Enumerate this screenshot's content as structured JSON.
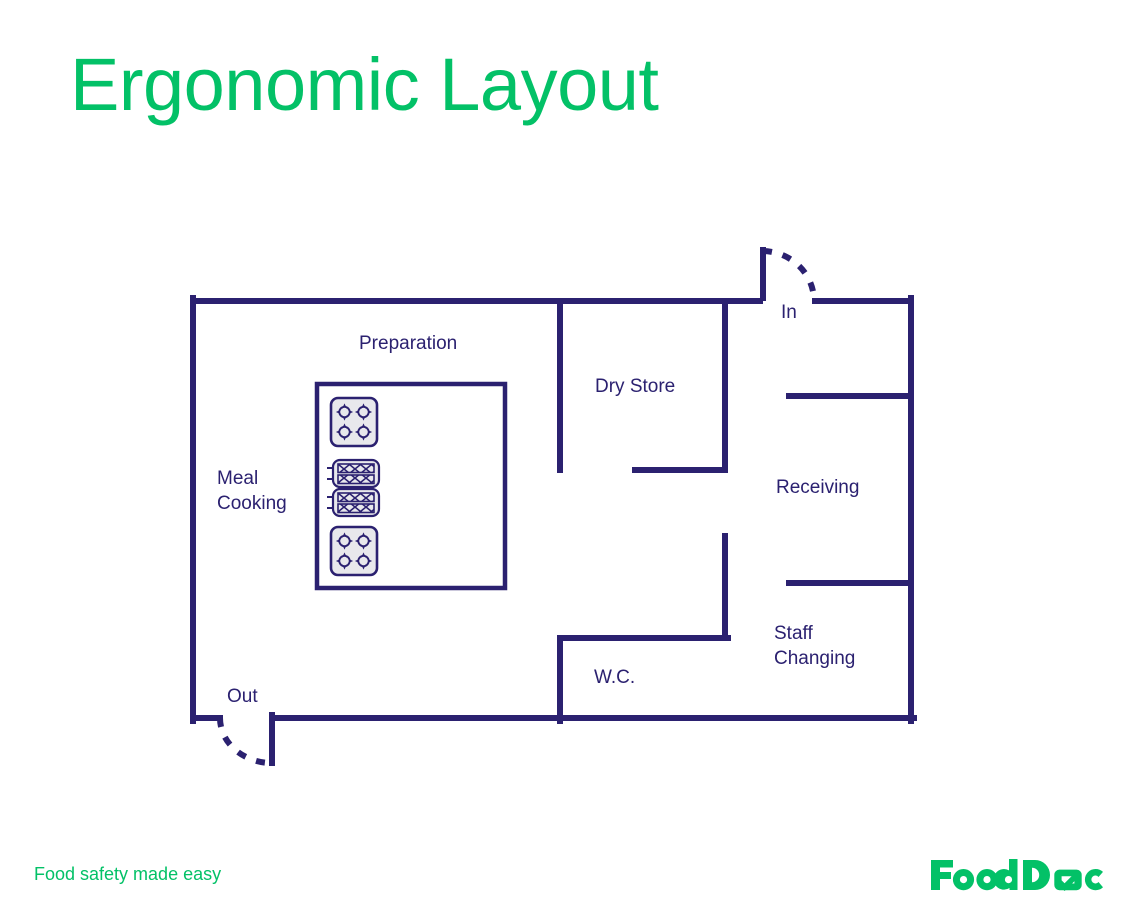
{
  "page": {
    "title": "Ergonomic Layout",
    "background_color": "#ffffff"
  },
  "theme": {
    "brand_green": "#03c167",
    "wall_navy": "#2b2170",
    "appliance_fill": "#e8e8ec"
  },
  "floorplan": {
    "rooms": [
      {
        "key": "preparation",
        "label": "Preparation"
      },
      {
        "key": "meal_cooking",
        "label": "Meal",
        "label2": "Cooking"
      },
      {
        "key": "dry_store",
        "label": "Dry Store"
      },
      {
        "key": "receiving",
        "label": "Receiving"
      },
      {
        "key": "staff_changing",
        "label": "Staff",
        "label2": "Changing"
      },
      {
        "key": "wc",
        "label": "W.C."
      }
    ],
    "doors": [
      {
        "key": "door_in",
        "label": "In"
      },
      {
        "key": "door_out",
        "label": "Out"
      }
    ],
    "equipment": [
      {
        "key": "stove_top",
        "type": "4-burner-stove"
      },
      {
        "key": "griddle_upper",
        "type": "griddle"
      },
      {
        "key": "griddle_lower",
        "type": "griddle"
      },
      {
        "key": "stove_bottom",
        "type": "4-burner-stove"
      }
    ]
  },
  "footer": {
    "tagline": "Food safety made easy",
    "brand": "FoodDocs"
  }
}
